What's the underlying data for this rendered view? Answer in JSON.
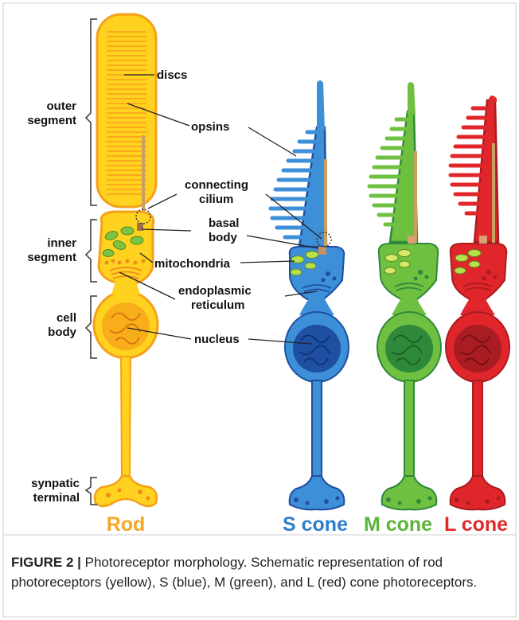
{
  "colors": {
    "rod_fill": "#FFD21F",
    "rod_outline": "#F6A01A",
    "rod_dark": "#F08A1C",
    "scone_fill": "#3D8FD8",
    "scone_dark": "#1E4FA0",
    "mcone_fill": "#6FC040",
    "mcone_dark": "#2E8A3A",
    "lcone_fill": "#E0262A",
    "lcone_dark": "#A81C22",
    "rod_label": "#F6A623",
    "scone_label": "#2F7FC8",
    "mcone_label": "#5DB43A",
    "lcone_label": "#E02A2A"
  },
  "region_labels": {
    "outer_segment": [
      "outer",
      "segment"
    ],
    "inner_segment": [
      "inner",
      "segment"
    ],
    "cell_body": [
      "cell",
      "body"
    ],
    "synaptic_terminal": [
      "synpatic",
      "terminal"
    ]
  },
  "part_labels": {
    "discs": "discs",
    "opsins": "opsins",
    "connecting_cilium": [
      "connecting",
      "cilium"
    ],
    "basal_body": [
      "basal",
      "body"
    ],
    "mitochondria": "mitochondria",
    "endoplasmic_reticulum": [
      "endoplasmic",
      "reticulum"
    ],
    "nucleus": "nucleus"
  },
  "cell_names": {
    "rod": "Rod",
    "s_cone": "S cone",
    "m_cone": "M cone",
    "l_cone": "L cone"
  },
  "caption": {
    "figure_label": "FIGURE 2 |",
    "text": "Photoreceptor morphology. Schematic representation of rod photoreceptors (yellow), S (blue), M (green), and L (red) cone photoreceptors."
  }
}
